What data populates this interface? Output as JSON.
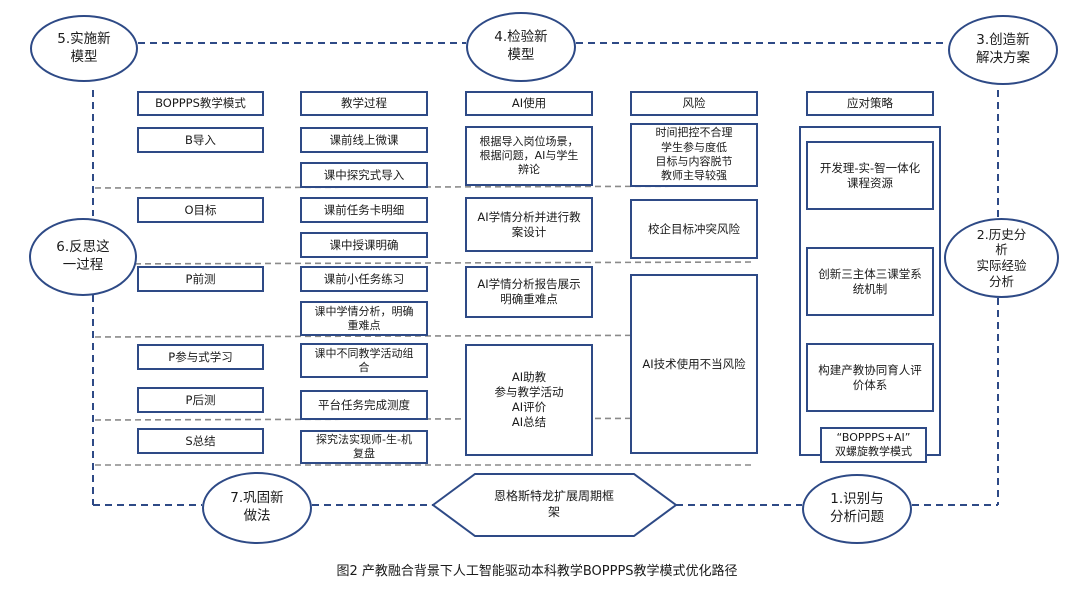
{
  "circles": {
    "c1": "1.识别与\n分析问题",
    "c2": "2.历史分\n析\n实际经验\n分析",
    "c3": "3.创造新\n解决方案",
    "c4": "4.检验新\n模型",
    "c5": "5.实施新\n模型",
    "c6": "6.反思这\n一过程",
    "c7": "7.巩固新\n做法"
  },
  "headers": {
    "mode": "BOPPPS教学模式",
    "process": "教学过程",
    "ai": "AI使用",
    "risk": "风险",
    "strategy": "应对策略"
  },
  "modes": [
    "B导入",
    "O目标",
    "P前测",
    "P参与式学习",
    "P后测",
    "S总结"
  ],
  "process": [
    "课前线上微课",
    "课中探究式导入",
    "课前任务卡明细",
    "课中授课明确",
    "课前小任务练习",
    "课中学情分析，明确\n重难点",
    "课中不同教学活动组\n合",
    "平台任务完成测度",
    "探究法实现师-生-机\n复盘"
  ],
  "ai": [
    "根据导入岗位场景，\n根据问题，AI与学生\n辨论",
    "AI学情分析并进行教\n案设计",
    "AI学情分析报告展示\n明确重难点",
    "AI助教\n参与教学活动\nAI评价\nAI总结"
  ],
  "risks": [
    "时间把控不合理\n学生参与度低\n目标与内容脱节\n教师主导较强",
    "校企目标冲突风险",
    "AI技术使用不当风险"
  ],
  "strategies": [
    "开发理-实-智一体化\n课程资源",
    "创新三主体三课堂系\n统机制",
    "构建产教协同育人评\n价体系"
  ],
  "model_label": "“BOPPPS+AI”\n双螺旋教学模式",
  "framework": "恩格斯特龙扩展周期框\n架",
  "caption": "图2 产教融合背景下人工智能驱动本科教学BOPPPS教学模式优化路径"
}
